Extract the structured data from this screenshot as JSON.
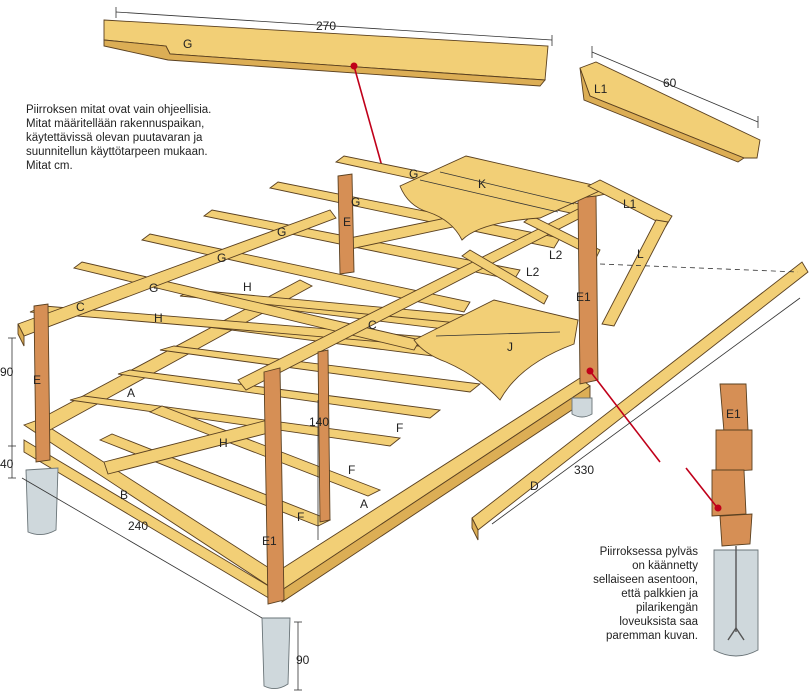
{
  "notes": {
    "top_left": "Piirroksen mitat ovat vain ohjeellisia. Mitat määritellään rakennuspaikan, käytettävissä olevan puutavaran ja suunnitellun käyttötarpeen mukaan.\nMitat cm.",
    "bottom_right": "Piirroksessa pylväs on käännetty sellaiseen asentoon, että palkkien ja pilarikengän loveuksista saa paremman kuvan."
  },
  "dimensions": {
    "rafter_length": "270",
    "l1_length": "60",
    "d_length": "330",
    "side_length": "240",
    "height_left": "90",
    "height_center": "140",
    "footing_left": "40",
    "footing_front": "90"
  },
  "parts": {
    "G": "G",
    "L1": "L1",
    "K": "K",
    "L2": "L2",
    "L": "L",
    "E": "E",
    "E1": "E1",
    "C": "C",
    "H": "H",
    "J": "J",
    "A": "A",
    "F": "F",
    "B": "B",
    "D": "D"
  },
  "colors": {
    "wood": "#f2cf76",
    "wood_shade": "#d9a54a",
    "outline": "#5a4020",
    "post": "#c97f4a",
    "pier": "#c9d2d6",
    "callout": "#c0001a"
  }
}
